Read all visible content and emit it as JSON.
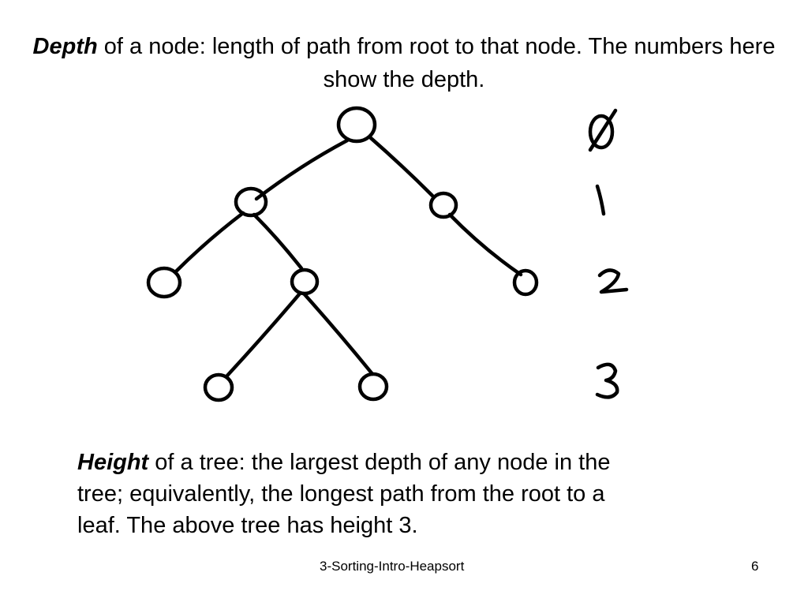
{
  "title": {
    "term": "Depth",
    "text": " of a node: length of path from root to that node. The numbers here show the depth."
  },
  "depth_labels": [
    "0",
    "1",
    "2",
    "3"
  ],
  "definition": {
    "term": "Height",
    "text": " of a tree: the largest depth of any node in the tree; equivalently, the longest path from the root to a leaf. The above tree has height 3."
  },
  "footer": {
    "deck_name": "3-Sorting-Intro-Heapsort",
    "page_number": "6"
  }
}
